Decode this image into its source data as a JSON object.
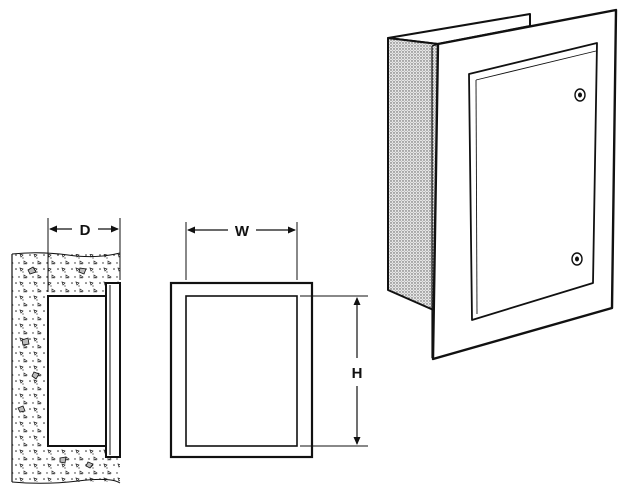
{
  "labels": {
    "depth": "D",
    "width": "W",
    "height": "H"
  },
  "colors": {
    "ink": "#111111",
    "paper": "#ffffff",
    "wall_tone": "#9a9a9a",
    "stipple": "#555555"
  }
}
